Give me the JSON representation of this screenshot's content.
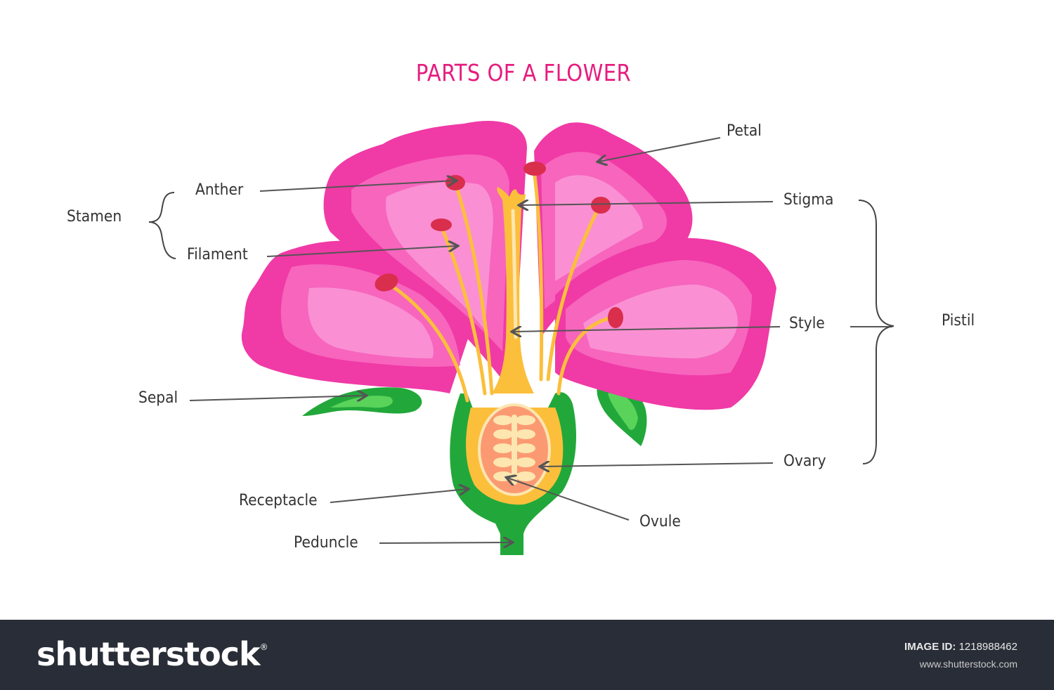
{
  "title": "PARTS OF A FLOWER",
  "labels": {
    "petal": "Petal",
    "anther": "Anther",
    "stamen": "Stamen",
    "filament": "Filament",
    "stigma": "Stigma",
    "style": "Style",
    "pistil": "Pistil",
    "sepal": "Sepal",
    "ovary": "Ovary",
    "receptacle": "Receptacle",
    "ovule": "Ovule",
    "peduncle": "Peduncle"
  },
  "colors": {
    "title": "#e61c7e",
    "petal_dark": "#f03aa6",
    "petal_mid": "#f765bd",
    "petal_light": "#fa90d3",
    "filament": "#fbbf3c",
    "anther": "#d92e4c",
    "green_dark": "#22a83a",
    "green_light": "#5ad35a",
    "ovary_orange": "#fb9a72",
    "ovule_cream": "#fde6b0",
    "label_text": "#333333",
    "footer_bg": "#282d37"
  },
  "footer": {
    "brand": "shutterstock",
    "image_id_label": "IMAGE ID:",
    "image_id": "1218988462",
    "site": "www.shutterstock.com"
  }
}
